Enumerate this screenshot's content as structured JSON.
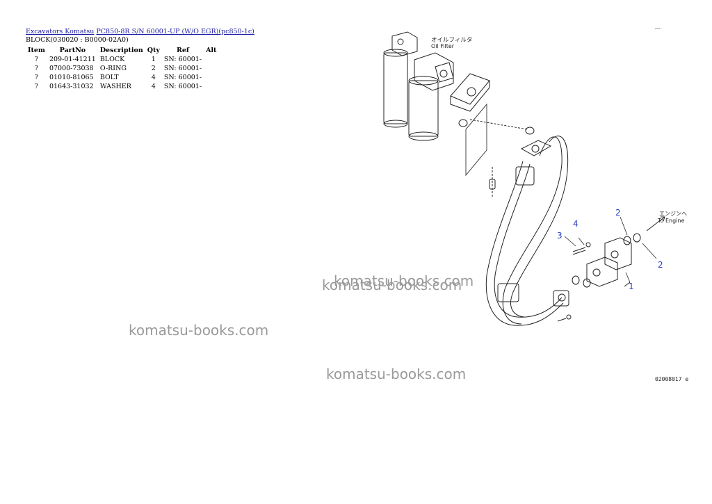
{
  "breadcrumb": {
    "link1": "Excavators Komatsu",
    "link2": "PC850-8R S/N 60001-UP (W/O EGR)(pc850-1c)"
  },
  "subtitle": "BLOCK(030020 : B0000-02A0)",
  "table": {
    "headers": [
      "Item",
      "PartNo",
      "Description",
      "Qty",
      "Ref",
      "Alt"
    ],
    "rows": [
      [
        "?",
        "209-01-41211",
        "BLOCK",
        "1",
        "SN: 60001-",
        ""
      ],
      [
        "?",
        "07000-73038",
        "O-RING",
        "2",
        "SN: 60001-",
        ""
      ],
      [
        "?",
        "01010-81065",
        "BOLT",
        "4",
        "SN: 60001-",
        ""
      ],
      [
        "?",
        "01643-31032",
        "WASHER",
        "4",
        "SN: 60001-",
        ""
      ]
    ]
  },
  "diagram": {
    "label_oil_jp": "オイルフィルタ",
    "label_oil_en": "Oil Filter",
    "label_engine_jp": "エンジンへ",
    "label_engine_en": "To Engine",
    "callouts": [
      "2",
      "4",
      "3",
      "1",
      "2"
    ],
    "code": "02008017 e",
    "top_code": "…….",
    "callout_color": "#2b3fc4"
  },
  "watermarks": [
    "komatsu-books.com",
    "komatsu-books.com",
    "komatsu-books.com",
    "komatsu-books.com"
  ]
}
